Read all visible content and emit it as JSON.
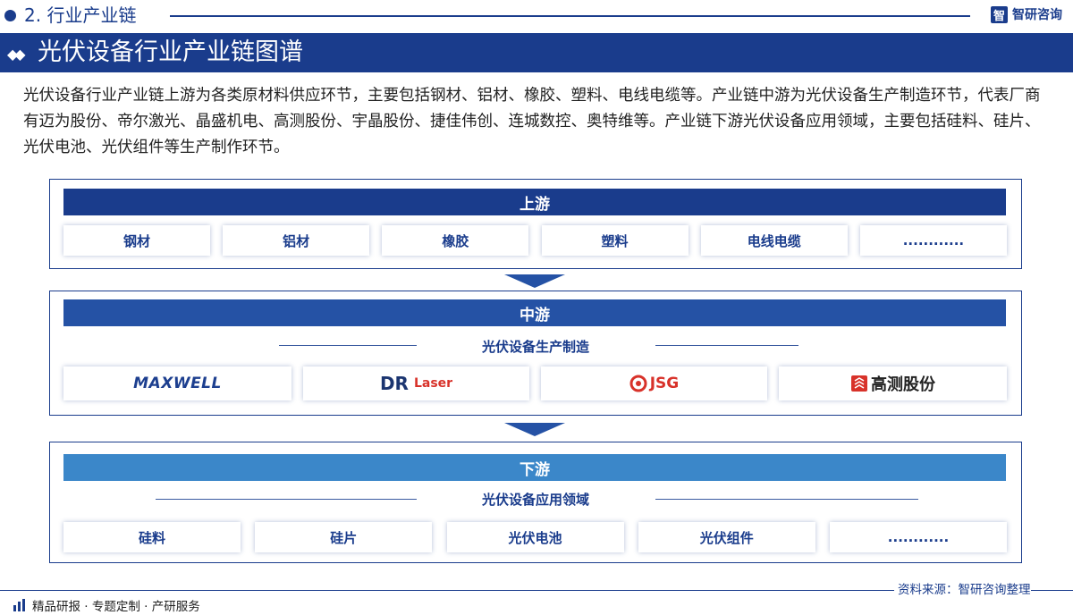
{
  "header": {
    "section_title": "2. 行业产业链",
    "brand_logo_char": "智",
    "brand_name": "智研咨询"
  },
  "banner": {
    "title": "光伏设备行业产业链图谱"
  },
  "description": "光伏设备行业产业链上游为各类原材料供应环节，主要包括钢材、铝材、橡胶、塑料、电线电缆等。产业链中游为光伏设备生产制造环节，代表厂商有迈为股份、帝尔激光、晶盛机电、高测股份、宇晶股份、捷佳伟创、连城数控、奥特维等。产业链下游光伏设备应用领域，主要包括硅料、硅片、光伏电池、光伏组件等生产制作环节。",
  "upstream": {
    "title": "上游",
    "items": [
      "钢材",
      "铝材",
      "橡胶",
      "塑料",
      "电线电缆",
      "............"
    ]
  },
  "midstream": {
    "title": "中游",
    "subtitle": "光伏设备生产制造",
    "logos": [
      {
        "name": "MAXWELL"
      },
      {
        "name": "DR",
        "suffix": "Laser"
      },
      {
        "name": "JSG"
      },
      {
        "name": "高测股份"
      }
    ]
  },
  "downstream": {
    "title": "下游",
    "subtitle": "光伏设备应用领域",
    "items": [
      "硅料",
      "硅片",
      "光伏电池",
      "光伏组件",
      "............"
    ]
  },
  "footer": {
    "left_text": "精品研报 · 专题定制 · 产研服务",
    "source": "资料来源：智研咨询整理"
  },
  "colors": {
    "primary": "#1a3c8c",
    "mid_header": "#2552a5",
    "down_header": "#3b87c9",
    "arrow": "#2552a5",
    "logo_red": "#d8322a"
  }
}
